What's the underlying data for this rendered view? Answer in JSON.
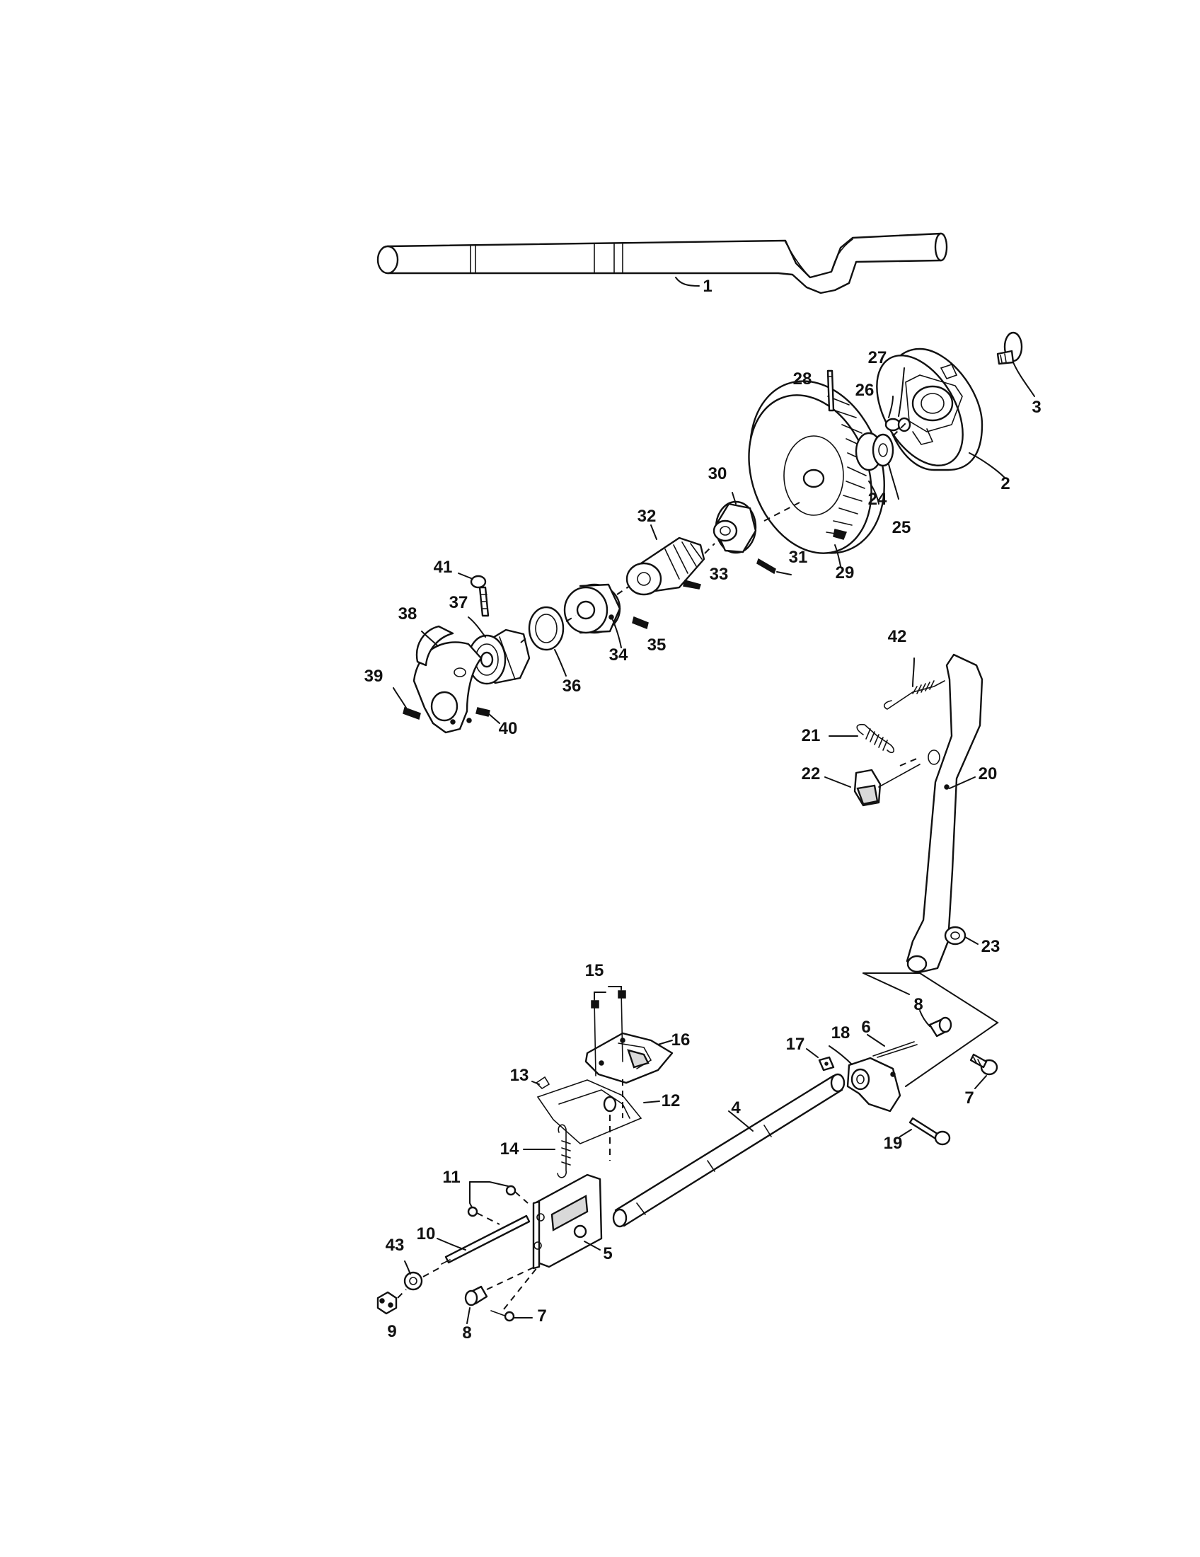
{
  "callouts": [
    "1",
    "2",
    "3",
    "4",
    "5",
    "6",
    "7",
    "7",
    "8",
    "8",
    "9",
    "10",
    "11",
    "12",
    "13",
    "14",
    "15",
    "16",
    "17",
    "18",
    "19",
    "20",
    "21",
    "22",
    "23",
    "24",
    "25",
    "26",
    "27",
    "28",
    "29",
    "30",
    "31",
    "32",
    "33",
    "34",
    "35",
    "36",
    "37",
    "38",
    "39",
    "40",
    "41",
    "42",
    "43"
  ],
  "colors": {
    "ink": "#111111",
    "paper": "#ffffff"
  }
}
